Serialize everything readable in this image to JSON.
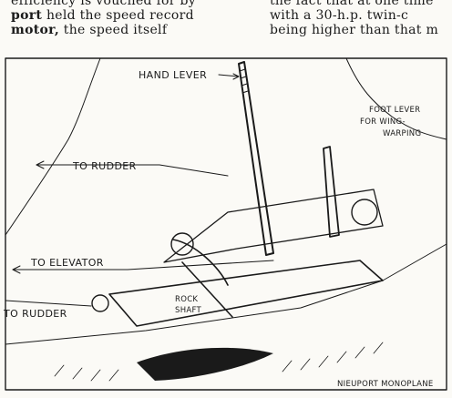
{
  "text_columns": {
    "left": [
      "efficiency is vouched for by",
      "port held the speed record",
      "motor, the speed itself"
    ],
    "right": [
      "the fact that at one time",
      "with a 30-h.p. twin-c",
      "being higher than that m"
    ]
  },
  "labels": {
    "hand_lever": "HAND LEVER",
    "foot_lever": [
      "FOOT LEVER",
      "FOR WING-",
      "WARPING"
    ],
    "to_rudder_top": "TO RUDDER",
    "to_elevator": "TO ELEVATOR",
    "to_rudder_bottom": "TO RUDDER",
    "rock_shaft": [
      "ROCK",
      "SHAFT"
    ],
    "caption": "NIEUPORT MONOPLANE"
  }
}
